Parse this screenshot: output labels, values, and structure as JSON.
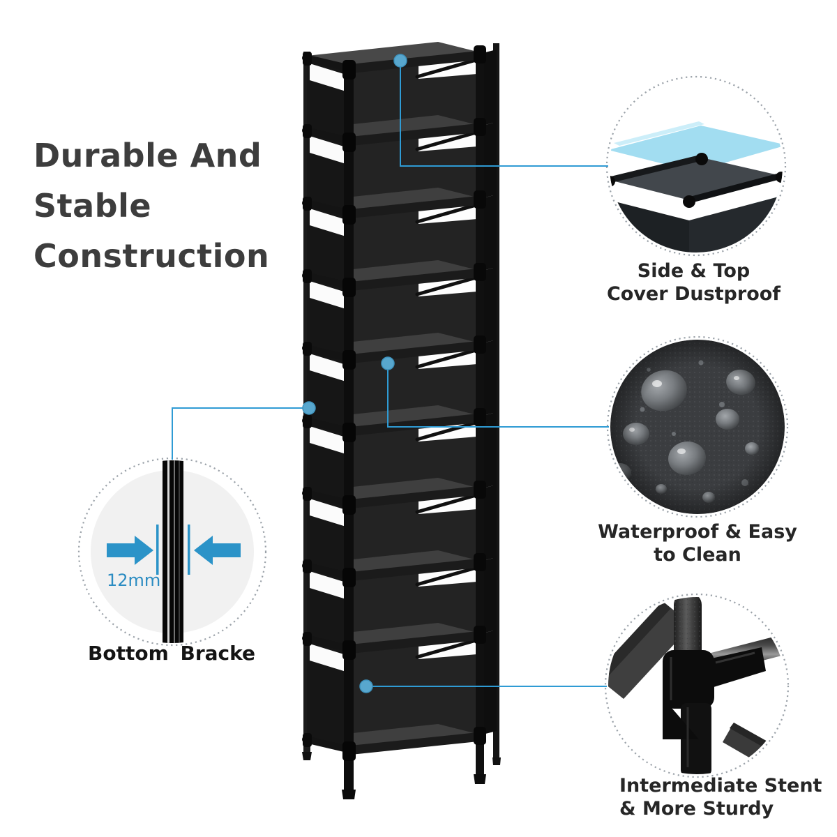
{
  "title": "Durable And Stable Construction",
  "callouts": {
    "dustproof": {
      "lines": [
        "Side & Top",
        "Cover Dustproof"
      ]
    },
    "waterproof": {
      "lines": [
        "Waterproof & Easy",
        "to Clean"
      ]
    },
    "stent": {
      "lines": [
        "Intermediate Stent",
        "& More Sturdy"
      ]
    },
    "bracket": {
      "label": "Bottom Bracke",
      "measurement": "12mm"
    }
  },
  "rack": {
    "tiers": 10
  },
  "colors": {
    "accent_blue": "#2b93c8",
    "leader_blue": "#2f9bd4",
    "cover_light_blue": "#8bd4ee",
    "title_gray": "#3d3d3d",
    "label_dark": "#262626"
  }
}
